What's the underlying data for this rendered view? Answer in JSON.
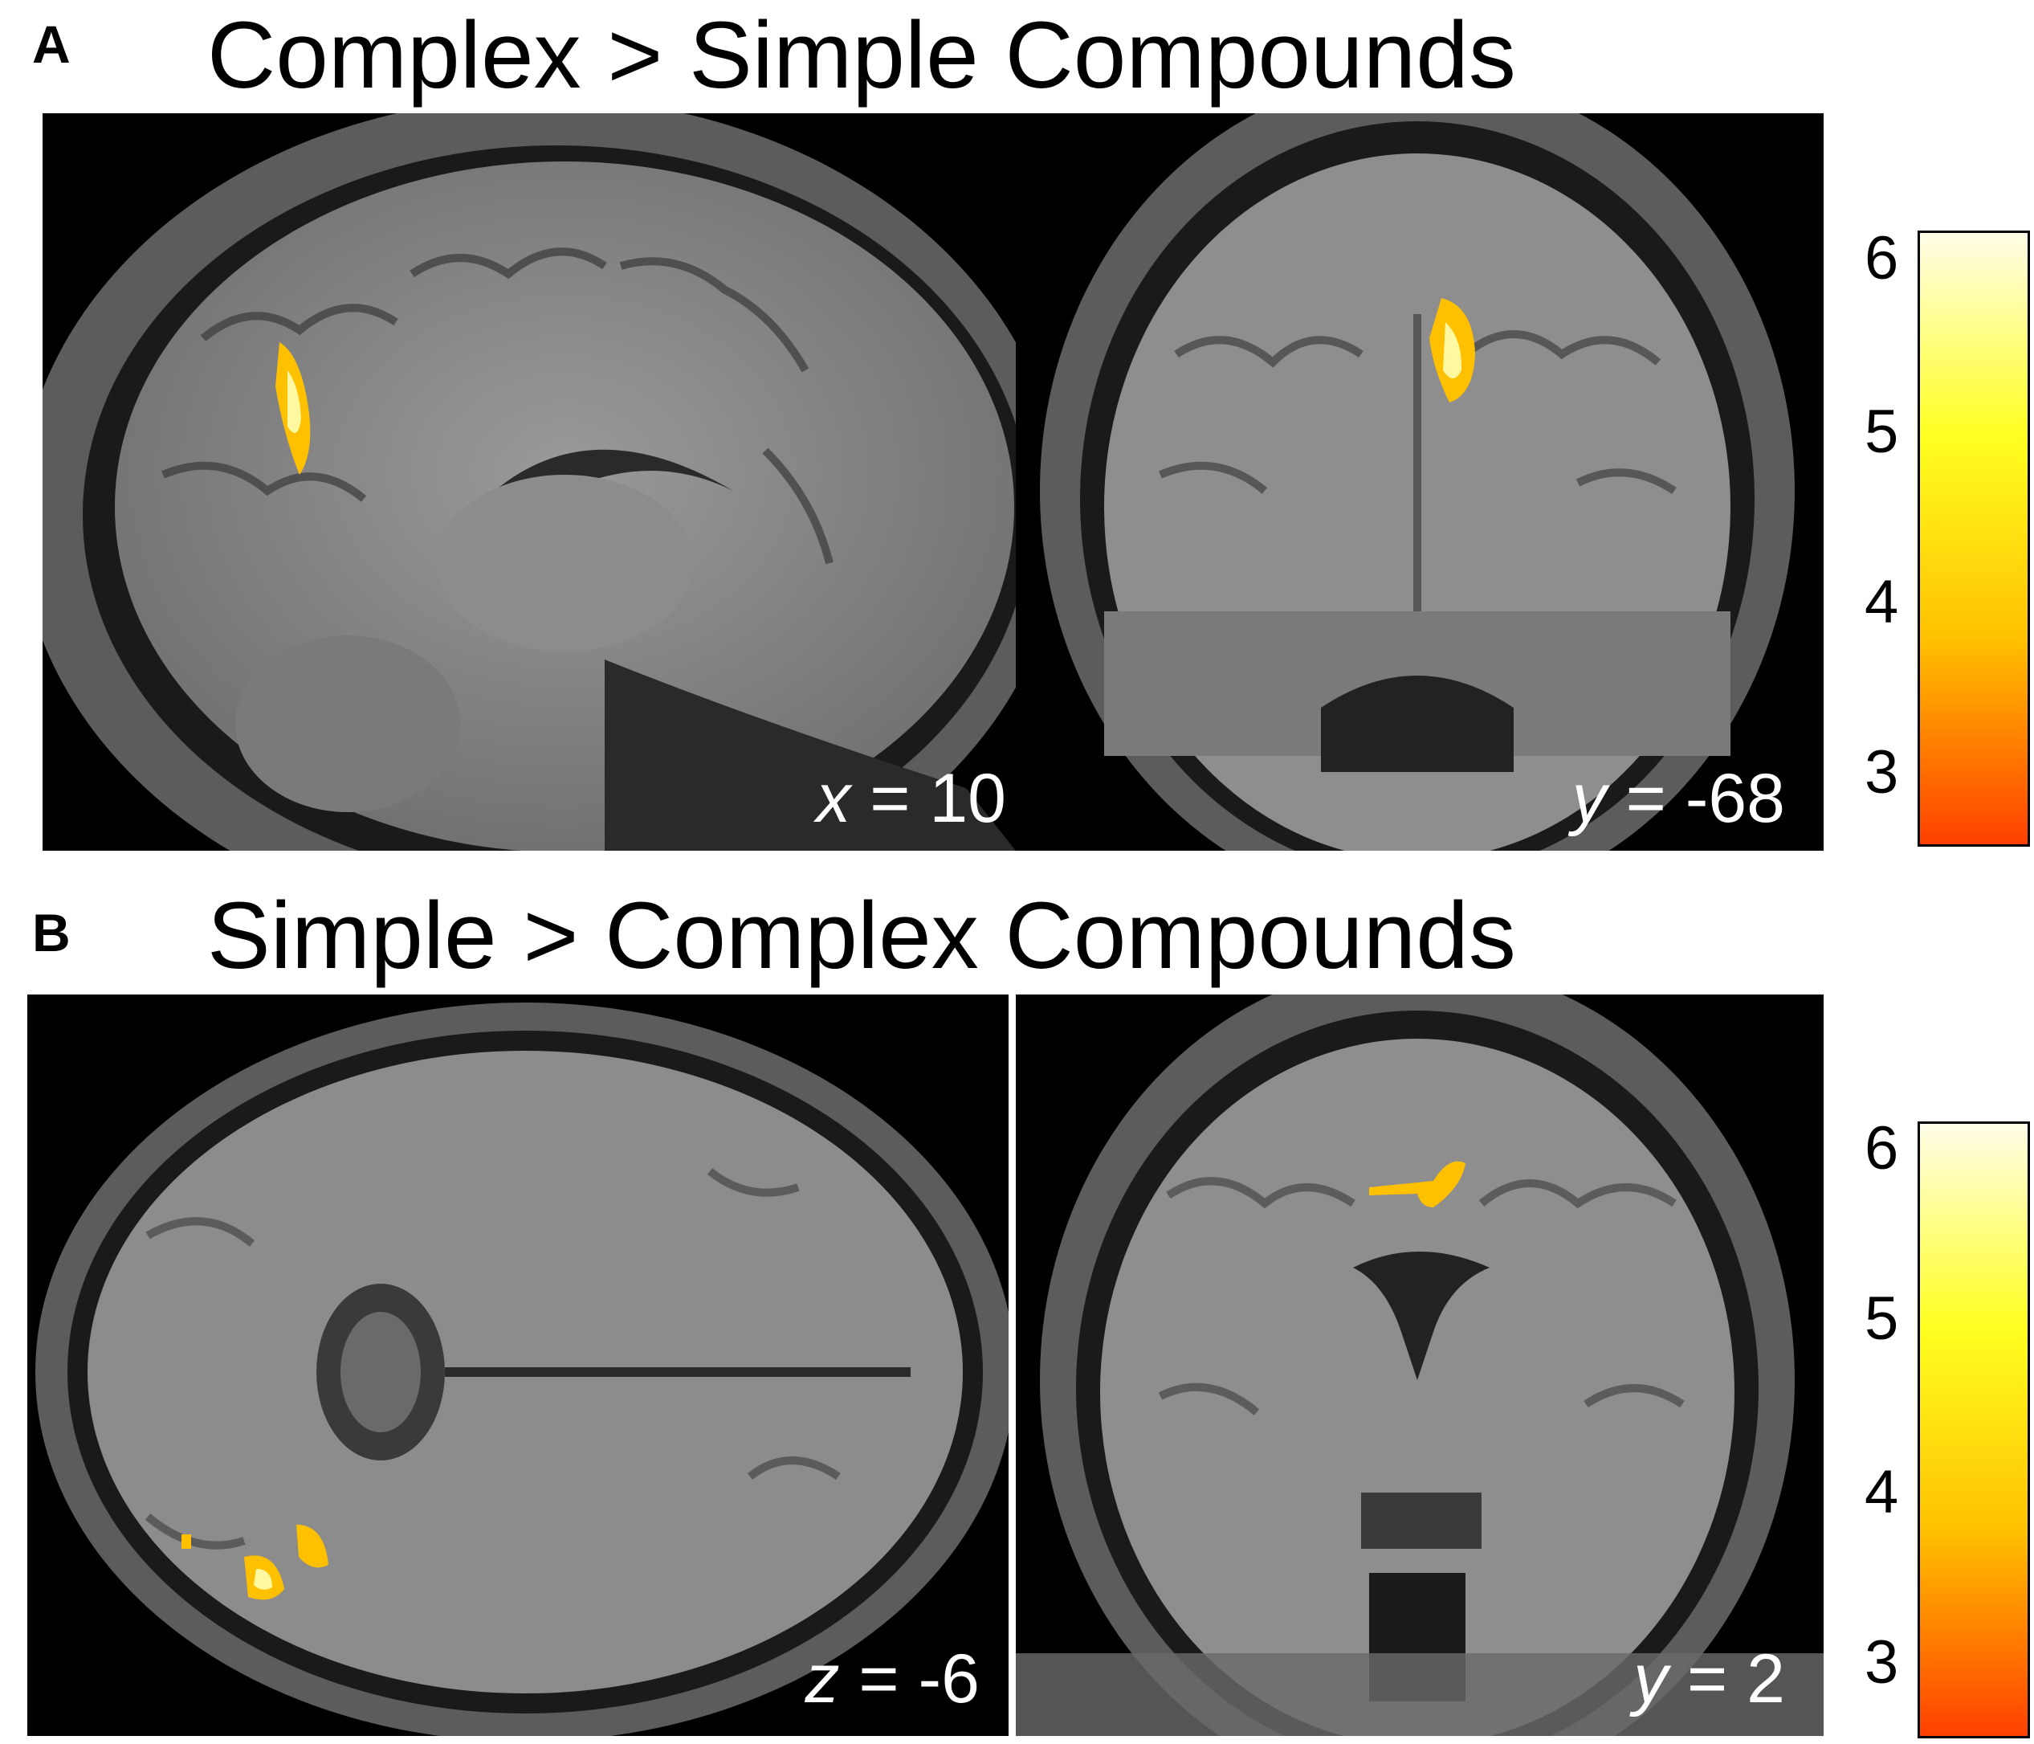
{
  "panels": {
    "a": {
      "letter": "A",
      "title": "Complex > Simple Compounds",
      "left": {
        "axis": "x",
        "value": "= 10"
      },
      "right": {
        "axis": "y",
        "value": "= -68"
      }
    },
    "b": {
      "letter": "B",
      "title": "Simple > Complex Compounds",
      "left": {
        "axis": "z",
        "value": "= -6"
      },
      "right": {
        "axis": "y",
        "value": "= 2"
      }
    }
  },
  "colorbar": {
    "ticks": [
      "6",
      "5",
      "4",
      "3"
    ],
    "colors": [
      "#fffde8",
      "#ffff20",
      "#ffc000",
      "#ff4000"
    ]
  },
  "colors": {
    "background": "#000000",
    "brain_gray": "#8a8a8a",
    "activation": "#ffc000"
  }
}
